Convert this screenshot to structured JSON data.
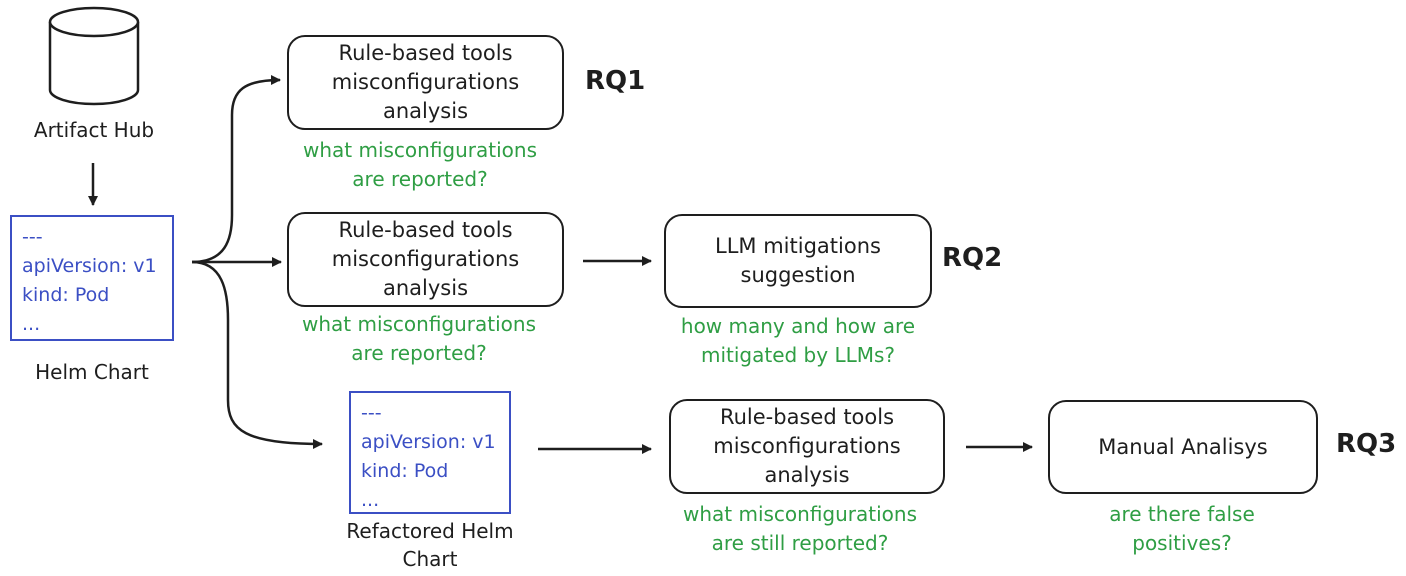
{
  "source": {
    "label": "Artifact Hub"
  },
  "helm_chart": {
    "lines": [
      "---",
      "apiVersion: v1",
      "kind: Pod",
      "..."
    ],
    "label": "Helm Chart"
  },
  "refactored_chart": {
    "lines": [
      "---",
      "apiVersion: v1",
      "kind: Pod",
      "..."
    ],
    "label_line1": "Refactored Helm",
    "label_line2": "Chart"
  },
  "rows": {
    "rq1": {
      "box_lines": [
        "Rule-based tools",
        "misconfigurations",
        "analysis"
      ],
      "question_lines": [
        "what misconfigurations",
        "are reported?"
      ],
      "tag": "RQ1"
    },
    "rq2": {
      "analysis_lines": [
        "Rule-based tools",
        "misconfigurations",
        "analysis"
      ],
      "analysis_question": [
        "what misconfigurations",
        "are reported?"
      ],
      "llm_lines": [
        "LLM mitigations",
        "suggestion"
      ],
      "llm_question": [
        "how many and how are",
        "mitigated by LLMs?"
      ],
      "tag": "RQ2"
    },
    "rq3": {
      "analysis_lines": [
        "Rule-based tools",
        "misconfigurations",
        "analysis"
      ],
      "analysis_question": [
        "what misconfigurations",
        "are still reported?"
      ],
      "manual_label": "Manual Analisys",
      "manual_question": [
        "are there false",
        "positives?"
      ],
      "tag": "RQ3"
    }
  }
}
